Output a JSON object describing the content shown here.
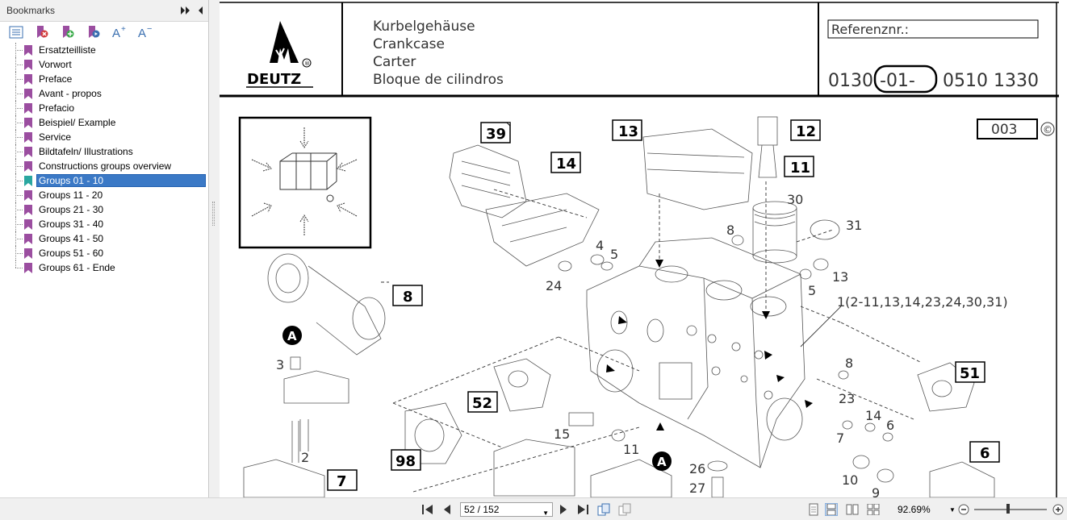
{
  "panel": {
    "title": "Bookmarks",
    "items": [
      {
        "label": "Ersatzteilliste"
      },
      {
        "label": "Vorwort"
      },
      {
        "label": "Preface"
      },
      {
        "label": "Avant - propos"
      },
      {
        "label": "Prefacio"
      },
      {
        "label": "Beispiel/ Example"
      },
      {
        "label": "Service"
      },
      {
        "label": "Bildtafeln/ Illustrations"
      },
      {
        "label": "Constructions groups overview"
      },
      {
        "label": "Groups 01 - 10",
        "selected": true
      },
      {
        "label": "Groups 11 - 20"
      },
      {
        "label": "Groups 21 - 30"
      },
      {
        "label": "Groups 31 - 40"
      },
      {
        "label": "Groups 41 - 50"
      },
      {
        "label": "Groups 51 - 60"
      },
      {
        "label": "Groups 61 - Ende"
      }
    ]
  },
  "drawing": {
    "brand": "DEUTZ",
    "titles": [
      "Kurbelgehäuse",
      "Crankcase",
      "Carter",
      "Bloque de cilindros"
    ],
    "ref_label": "Referenznr.:",
    "ref_number_left": "0130",
    "ref_number_mid": "-01-",
    "ref_number_right": "0510  1330",
    "sheet_number": "003",
    "copyright_mark": "©",
    "boxed_callouts": [
      "39",
      "13",
      "12",
      "11",
      "14",
      "8",
      "51",
      "52",
      "98",
      "7",
      "6"
    ],
    "part_numbers": [
      "30",
      "31",
      "8",
      "4",
      "5",
      "24",
      "13",
      "5",
      "1(2-11,13,14,23,24,30,31)",
      "8",
      "23",
      "14",
      "6",
      "7",
      "15",
      "11",
      "26",
      "27",
      "10",
      "9",
      "3",
      "2"
    ],
    "view_marker": "A",
    "registered_mark": "®"
  },
  "status": {
    "page_value": "52 / 152",
    "zoom": "92.69%"
  },
  "colors": {
    "bookmark_icon": "#9b4ea0",
    "bookmark_icon_selected": "#2aa7a0",
    "selection": "#3b79c6"
  }
}
